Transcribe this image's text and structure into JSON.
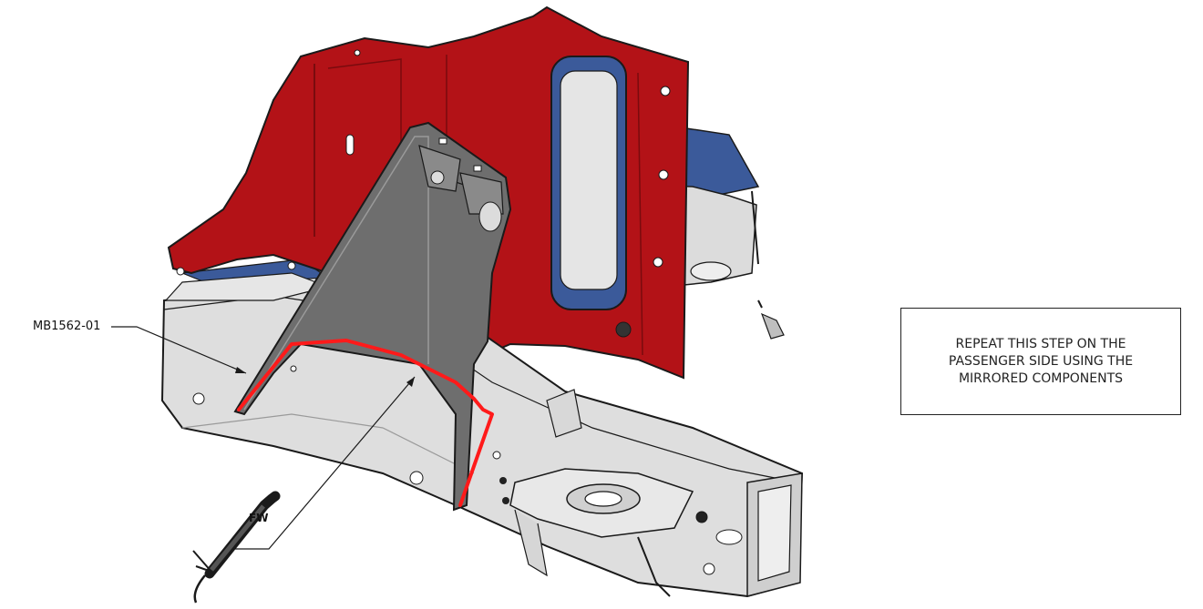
{
  "callouts": {
    "part_number": "MB1562-01",
    "weld_symbol": "FW"
  },
  "note": {
    "lines": [
      "REPEAT THIS STEP ON THE",
      "PASSENGER SIDE USING THE",
      "MIRRORED COMPONENTS"
    ]
  },
  "colors": {
    "bracket_red": "#b31217",
    "floor_blue": "#3b5a9a",
    "frame_gray": "#d9d9d9",
    "gusset_gray": "#6e6e6e",
    "weld_line": "#ff1a1a"
  },
  "icons": [
    "welding-torch-icon"
  ]
}
